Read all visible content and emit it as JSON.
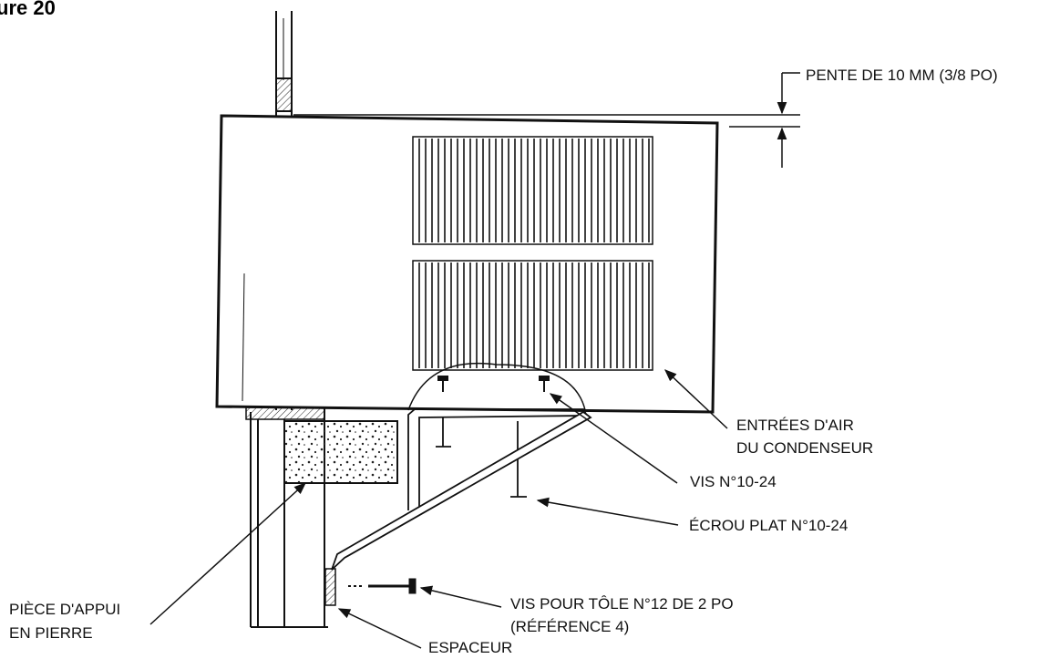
{
  "figure": {
    "title": "ure 20"
  },
  "labels": {
    "slope": "PENTE DE 10 MM (3/8 PO)",
    "condenser_line1": "ENTRÉES D'AIR",
    "condenser_line2": "DU CONDENSEUR",
    "screw": "VIS N°10-24",
    "flat_nut": "ÉCROU PLAT N°10-24",
    "sheet_screw_line1": "VIS POUR TÔLE N°12 DE 2 PO",
    "sheet_screw_line2": "(RÉFÉRENCE 4)",
    "spacer": "ESPACEUR",
    "sill_line1": "PIÈCE D'APPUI",
    "sill_line2": "EN PIERRE"
  },
  "colors": {
    "ink": "#111111",
    "stone_fill": "#d8d8d8",
    "background": "#ffffff"
  }
}
